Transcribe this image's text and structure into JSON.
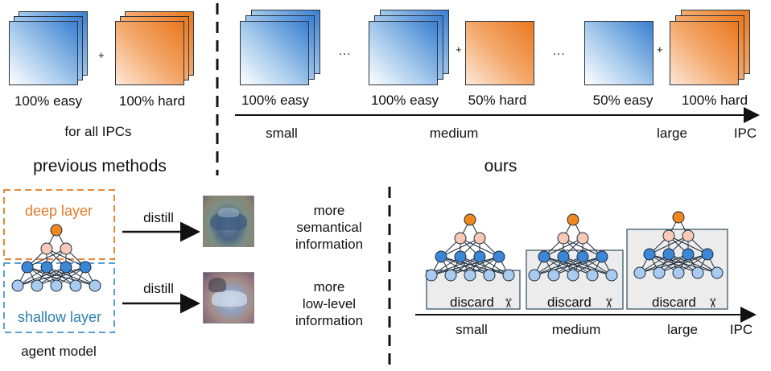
{
  "top_left": {
    "label_easy": "100% easy",
    "label_hard": "100% hard",
    "caption": "for all IPCs",
    "title": "previous methods"
  },
  "top_right": {
    "labels": [
      "100% easy",
      "100% easy",
      "50% hard",
      "50% easy",
      "100% hard"
    ],
    "axis_ticks": [
      "small",
      "medium",
      "large"
    ],
    "axis_label": "IPC",
    "title": "ours",
    "ellipsis": "..."
  },
  "bottom_left": {
    "deep_label": "deep layer",
    "shallow_label": "shallow layer",
    "caption": "agent model",
    "arrow_label_1": "distill",
    "arrow_label_2": "distill",
    "result_1": [
      "more",
      "semantical",
      "information"
    ],
    "result_2": [
      "more",
      "low-level",
      "information"
    ]
  },
  "bottom_right": {
    "discard_label": "discard",
    "axis_ticks": [
      "small",
      "medium",
      "large"
    ],
    "axis_label": "IPC"
  },
  "colors": {
    "orange": "#e9781f",
    "blue": "#3a7fd0",
    "node_top": "#f0861e",
    "node_mid": "#f7c9b6",
    "node_blue": "#3b86d6",
    "node_light": "#a9cbf0",
    "discard_box": "#e8e8e8",
    "deep_text": "#e07b2a",
    "shallow_text": "#2e7fb0"
  },
  "icons": [
    "scissors-icon",
    "plus-icon",
    "arrow-right-icon"
  ]
}
